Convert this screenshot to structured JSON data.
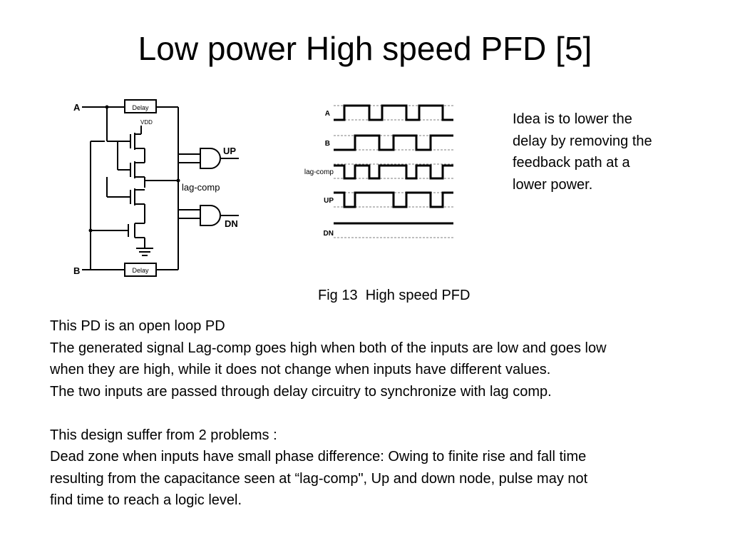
{
  "title": "Low power High speed PFD [5]",
  "circuit": {
    "label_a": "A",
    "label_b": "B",
    "delay_top": "Delay",
    "delay_bottom": "Delay",
    "vdd": "VDD",
    "lag_comp": "lag-comp",
    "up": "UP",
    "dn": "DN"
  },
  "waveforms": {
    "labels": [
      "A",
      "B",
      "lag-comp",
      "UP",
      "DN"
    ]
  },
  "side_note": {
    "lines": [
      "Idea is to lower the",
      "delay by removing the",
      "feedback path at a",
      "lower power."
    ]
  },
  "figure_caption": "Fig 13  High speed PFD",
  "body": {
    "lines": [
      "This PD is an open loop PD",
      "The generated signal Lag-comp goes high when both of the inputs are low and goes low",
      "when they are high, while it does not change when inputs have different values.",
      "The two inputs are passed through delay circuitry to synchronize with lag comp.",
      "",
      "This design suffer from 2 problems :",
      "Dead zone  when inputs have small phase difference: Owing to finite rise and fall time",
      "resulting from the capacitance seen at “lag-comp\", Up and down node, pulse may not",
      "find time to reach a logic level."
    ]
  }
}
